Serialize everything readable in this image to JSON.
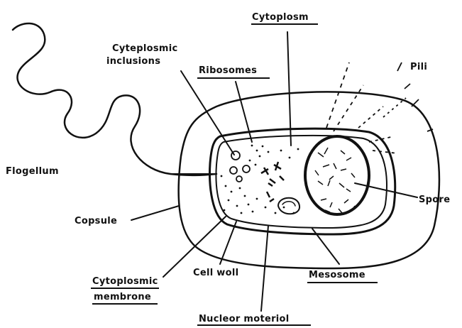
{
  "diagram": {
    "labels": {
      "cytoplasm": "Cytoplosm",
      "cytoplasmic_inclusions_line1": "Cyteplosmic",
      "cytoplasmic_inclusions_line2": "inclusions",
      "ribosomes": "Ribosomes",
      "pili": "Pili",
      "flagellum": "Flogellum",
      "capsule": "Copsule",
      "spore": "Spore",
      "cytoplasmic_membrane_line1": "Cytoplosmic",
      "cytoplasmic_membrane_line2": "membrone",
      "cell_wall": "Cell woll",
      "mesosome": "Mesosome",
      "nuclear_material": "Nucleor moteriol"
    },
    "colors": {
      "ink": "#111111",
      "background": "#ffffff"
    }
  }
}
